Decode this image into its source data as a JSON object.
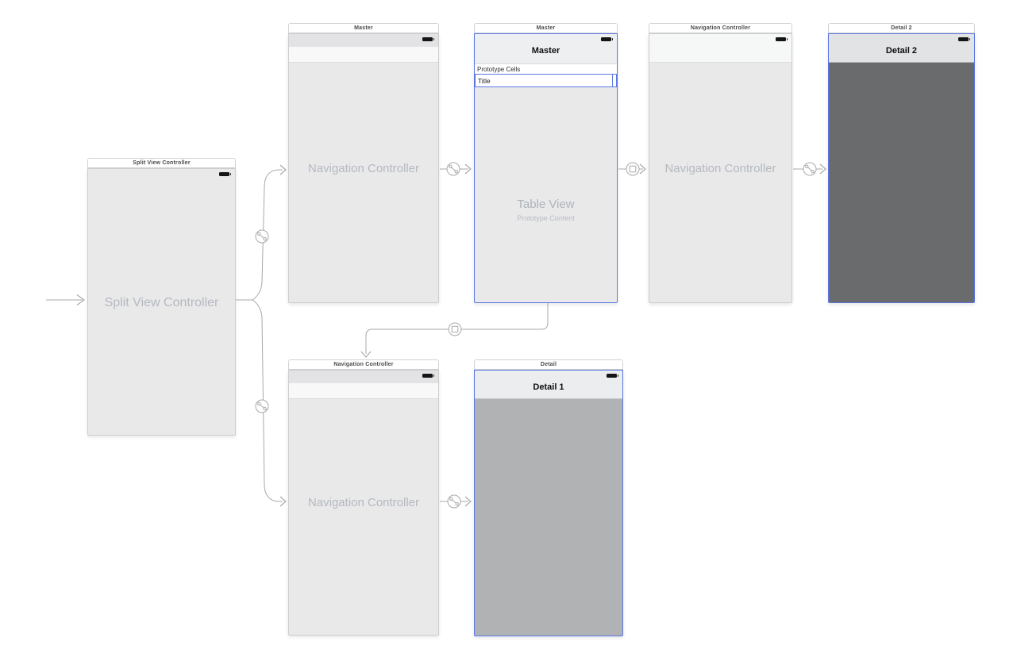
{
  "scenes": {
    "split_view_controller": {
      "title_bar": "Split View Controller",
      "body_label": "Split View Controller"
    },
    "master_nav": {
      "title_bar": "Master",
      "body_label": "Navigation Controller"
    },
    "master_table": {
      "title_bar": "Master",
      "nav_title": "Master",
      "section_header": "Prototype Cells",
      "cell_title": "Title",
      "placeholder_title": "Table View",
      "placeholder_subtitle": "Prototype Content"
    },
    "detail2_nav": {
      "title_bar": "Navigation Controller",
      "body_label": "Navigation Controller"
    },
    "detail2": {
      "title_bar": "Detail 2",
      "nav_title": "Detail 2"
    },
    "detail1_nav": {
      "title_bar": "Navigation Controller",
      "body_label": "Navigation Controller"
    },
    "detail1": {
      "title_bar": "Detail",
      "nav_title": "Detail 1"
    }
  },
  "connections": {
    "entry_point": "storyboard-entry-arrow",
    "split_to_master_nav": "relationship-segue",
    "split_to_detail1_nav": "relationship-segue",
    "master_nav_root": "relationship-segue",
    "master_to_detail2_nav": "show-segue",
    "detail2_nav_root": "relationship-segue",
    "master_to_detail1_nav": "show-segue",
    "detail1_nav_root": "relationship-segue"
  },
  "icons": {
    "relationship_segue": "circle with linked dots",
    "show_segue": "circle with square",
    "battery": "filled rounded rectangle"
  },
  "colors": {
    "selection_blue": "#5b78e5",
    "scene_body_gray": "#e9e9ea",
    "detail2_body": "#6a6b6d",
    "detail1_body": "#b1b2b4",
    "connection_line": "#a9a9a9",
    "placeholder_text": "#b4b9c0"
  }
}
